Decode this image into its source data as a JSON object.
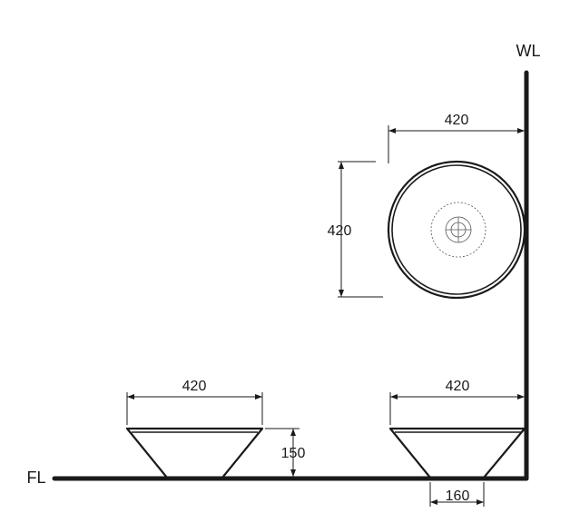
{
  "labels": {
    "wall": "WL",
    "floor": "FL"
  },
  "dimensions": {
    "top_view_width": "420",
    "top_view_height": "420",
    "front_view_width": "420",
    "side_view_width": "420",
    "height": "150",
    "base_width": "160"
  },
  "colors": {
    "line": "#1a1a1a",
    "background": "#ffffff"
  }
}
